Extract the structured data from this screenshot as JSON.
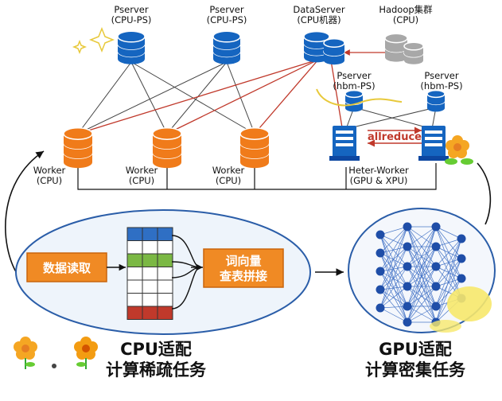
{
  "colors": {
    "cpu_db": "#1565c0",
    "worker_db": "#f07b1a",
    "hadoop_db": "#a8a8a8",
    "hbm_db": "#1565c0",
    "link_red": "#c0392b",
    "link_gray": "#444444",
    "box_orange": "#f08a24",
    "ellipse_fill": "#eef4fb",
    "ellipse_stroke": "#2a5da8",
    "nn_node": "#1f4ea8",
    "nn_edge": "#4a78c8"
  },
  "nodes": {
    "pserver_cpu_1": "Pserver\n(CPU-PS)",
    "pserver_cpu_2": "Pserver\n(CPU-PS)",
    "dataserver": "DataServer\n(CPU机器)",
    "hadoop": "Hadoop集群\n(CPU)",
    "pserver_hbm_1": "Pserver\n(hbm-PS)",
    "pserver_hbm_2": "Pserver\n(hbm-PS)",
    "worker_1": "Worker\n(CPU)",
    "worker_2": "Worker\n(CPU)",
    "worker_3": "Worker\n(CPU)",
    "heter_worker": "Heter-Worker\n(GPU & XPU)"
  },
  "allreduce_label": "allreduce",
  "left_box": "数据读取",
  "right_box": "词向量\n查表拼接",
  "cpu_title": "CPU适配\n计算稀疏任务",
  "gpu_title": "GPU适配\n计算密集任务",
  "icons": [
    "database-icon",
    "server-icon",
    "neural-network-icon",
    "flower-icon",
    "sparkle-icon"
  ]
}
